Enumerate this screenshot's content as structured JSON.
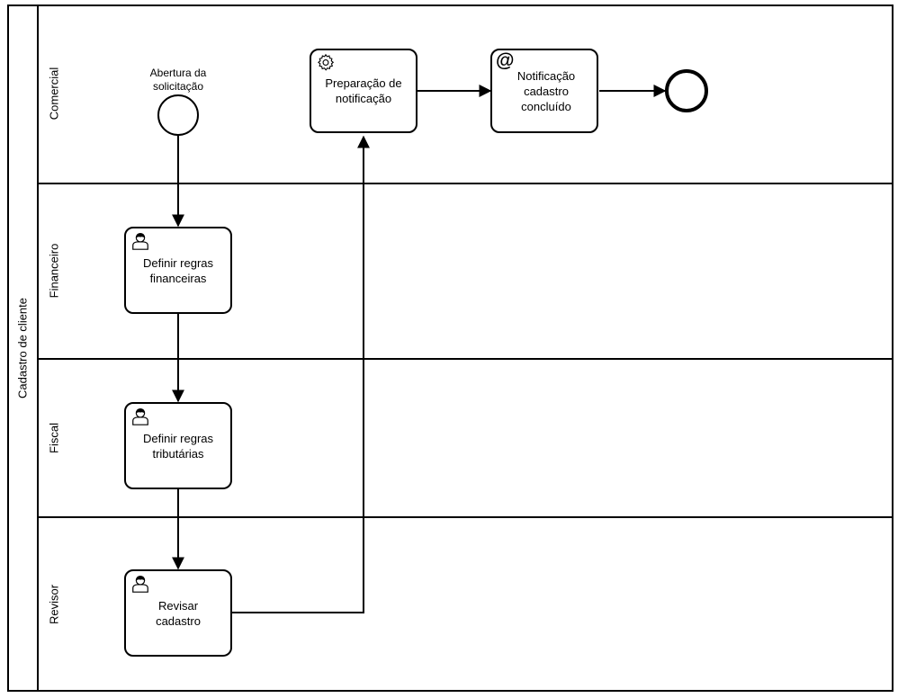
{
  "pool": {
    "label": "Cadastro de cliente"
  },
  "lanes": [
    {
      "label": "Comercial"
    },
    {
      "label": "Financeiro"
    },
    {
      "label": "Fiscal"
    },
    {
      "label": "Revisor"
    }
  ],
  "start_event": {
    "label": "Abertura da solicitação"
  },
  "tasks": {
    "preparacao": {
      "label": "Preparação de notificação",
      "type": "service",
      "icon": "gear-icon"
    },
    "notificacao": {
      "label": "Notificação cadastro concluído",
      "type": "send",
      "icon": "at-icon"
    },
    "financeiras": {
      "label": "Definir regras financeiras",
      "type": "user",
      "icon": "user-icon"
    },
    "tributarias": {
      "label": "Definir regras tributárias",
      "type": "user",
      "icon": "user-icon"
    },
    "revisar": {
      "label": "Revisar cadastro",
      "type": "user",
      "icon": "user-icon"
    }
  },
  "icons": {
    "at": "@"
  }
}
